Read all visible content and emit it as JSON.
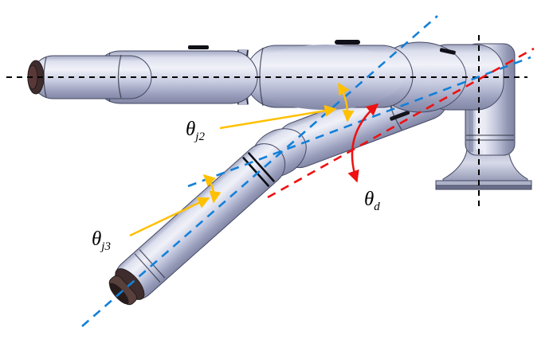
{
  "figure": {
    "labels": {
      "theta_j2": {
        "base": "θ",
        "sub": "j2"
      },
      "theta_j3": {
        "base": "θ",
        "sub": "j3"
      },
      "theta_d": {
        "base": "θ",
        "sub": "d"
      }
    },
    "colors": {
      "background": "#ffffff",
      "axis-black": "#000000",
      "link-axis-blue": "#1380d8",
      "desired-red": "#ee1111",
      "annotation-yellow": "#ffc000",
      "robot-body": "#ccd0e4",
      "robot-outline": "#454965",
      "end-cap-dark": "#3f2d2d"
    }
  }
}
